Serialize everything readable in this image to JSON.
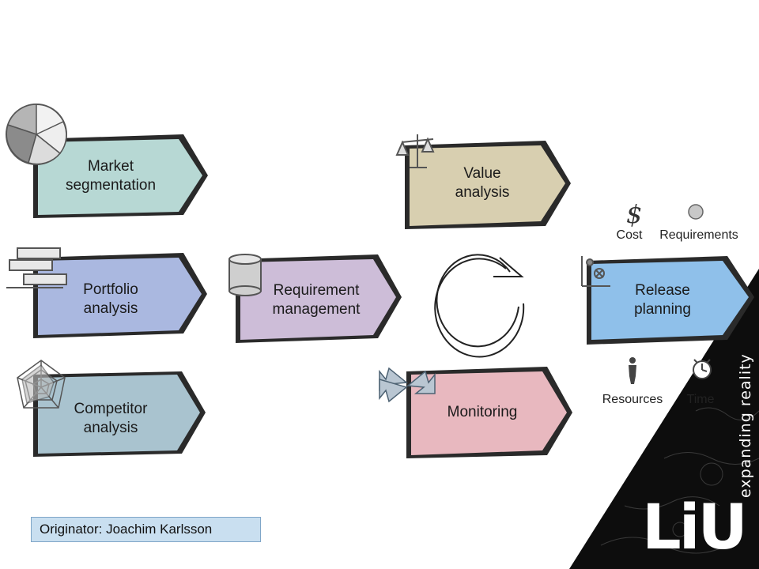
{
  "boxes": {
    "market": [
      "Market",
      "segmentation"
    ],
    "portfolio": [
      "Portfolio",
      "analysis"
    ],
    "competitor": [
      "Competitor",
      "analysis"
    ],
    "requirement": [
      "Requirement",
      "management"
    ],
    "value": [
      "Value",
      "analysis"
    ],
    "monitoring": [
      "Monitoring"
    ],
    "release": [
      "Release",
      "planning"
    ]
  },
  "release_factors": {
    "cost": "Cost",
    "requirements": "Requirements",
    "resources": "Resources",
    "time": "Time"
  },
  "originator": "Originator: Joachim Karlsson",
  "brand": {
    "logo": "LiU",
    "tagline": "expanding reality"
  },
  "colors": {
    "market": "#b7d8d4",
    "portfolio": "#aab8e0",
    "competitor": "#a9c3cf",
    "requirement": "#cdbdd8",
    "value": "#d8cfb0",
    "monitoring": "#e8b8bf",
    "release": "#8fc0ea"
  }
}
